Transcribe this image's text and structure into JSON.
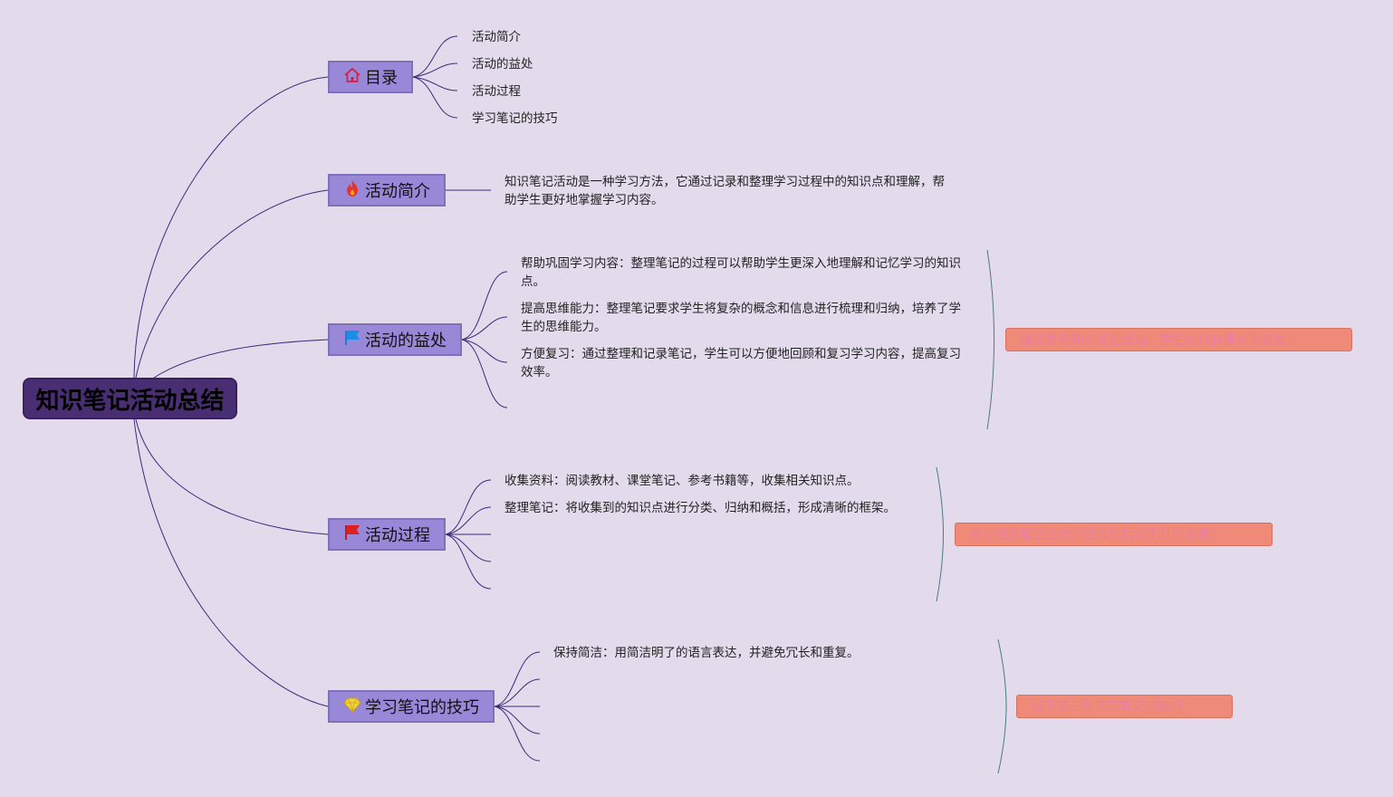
{
  "root": {
    "title": "知识笔记活动总结"
  },
  "topics": [
    {
      "label": "目录",
      "icon": "home-icon",
      "children": [
        "活动简介",
        "活动的益处",
        "活动过程",
        "学习笔记的技巧"
      ]
    },
    {
      "label": "活动简介",
      "icon": "fire-icon",
      "description": "知识笔记活动是一种学习方法，它通过记录和整理学习过程中的知识点和理解，帮助学生更好地掌握学习内容。"
    },
    {
      "label": "活动的益处",
      "icon": "blue-flag-icon",
      "children": [
        "帮助巩固学习内容：整理笔记的过程可以帮助学生更深入地理解和记忆学习的知识点。",
        "提高思维能力：整理笔记要求学生将复杂的概念和信息进行梳理和归纳，培养了学生的思维能力。",
        "方便复习：通过整理和记录笔记，学生可以方便地回顾和复习学习内容，提高复习效率。"
      ],
      "summary": "通过参与知识笔记活动，学生可以获得以下益处："
    },
    {
      "label": "活动过程",
      "icon": "red-flag-icon",
      "children": [
        "收集资料：阅读教材、课堂笔记、参考书籍等，收集相关知识点。",
        "整理笔记：将收集到的知识点进行分类、归纳和概括，形成清晰的框架。"
      ],
      "summary": "参与知识笔记活动的过程包括以下几个步骤："
    },
    {
      "label": "学习笔记的技巧",
      "icon": "diamond-icon",
      "children": [
        "保持简洁：用简洁明了的语言表达，并避免冗长和重复。"
      ],
      "summary": "以下是一些学习笔记的技巧："
    }
  ],
  "colors": {
    "background": "#e3dbec",
    "root": "#4a2e73",
    "topic": "#9987d8",
    "summary": "#f08a78",
    "summary_text": "#e87fa0",
    "line": "#3c2a7a"
  }
}
